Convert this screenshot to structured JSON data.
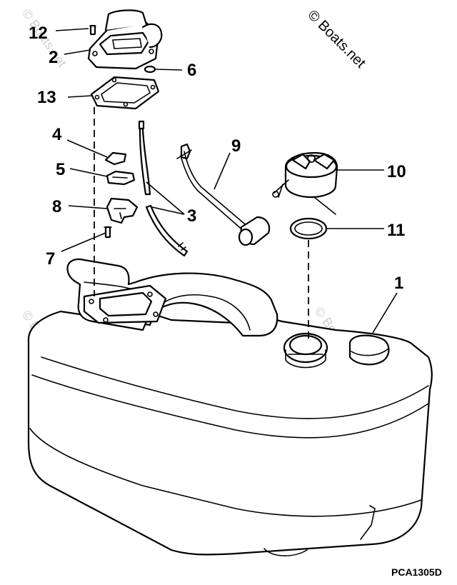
{
  "watermark": {
    "text": "© Boats.net",
    "color_main": "#000000",
    "color_faint": "#cfcfcf"
  },
  "figure_code": "PCA1305D",
  "callouts": [
    {
      "id": "1",
      "label": "1"
    },
    {
      "id": "2",
      "label": "2"
    },
    {
      "id": "3",
      "label": "3"
    },
    {
      "id": "4",
      "label": "4"
    },
    {
      "id": "5",
      "label": "5"
    },
    {
      "id": "6",
      "label": "6"
    },
    {
      "id": "7",
      "label": "7"
    },
    {
      "id": "8",
      "label": "8"
    },
    {
      "id": "9",
      "label": "9"
    },
    {
      "id": "10",
      "label": "10"
    },
    {
      "id": "11",
      "label": "11"
    },
    {
      "id": "12",
      "label": "12"
    },
    {
      "id": "13",
      "label": "13"
    }
  ],
  "parts": [
    {
      "callout": "1",
      "name": "fuel-tank"
    },
    {
      "callout": "2",
      "name": "fuel-gauge-housing"
    },
    {
      "callout": "3",
      "name": "pickup-hose"
    },
    {
      "callout": "4",
      "name": "retainer"
    },
    {
      "callout": "5",
      "name": "seal"
    },
    {
      "callout": "6",
      "name": "o-ring"
    },
    {
      "callout": "7",
      "name": "screw"
    },
    {
      "callout": "8",
      "name": "connector-bracket"
    },
    {
      "callout": "9",
      "name": "float-arm"
    },
    {
      "callout": "10",
      "name": "filler-cap"
    },
    {
      "callout": "11",
      "name": "cap-gasket"
    },
    {
      "callout": "12",
      "name": "screw"
    },
    {
      "callout": "13",
      "name": "gauge-gasket"
    }
  ]
}
